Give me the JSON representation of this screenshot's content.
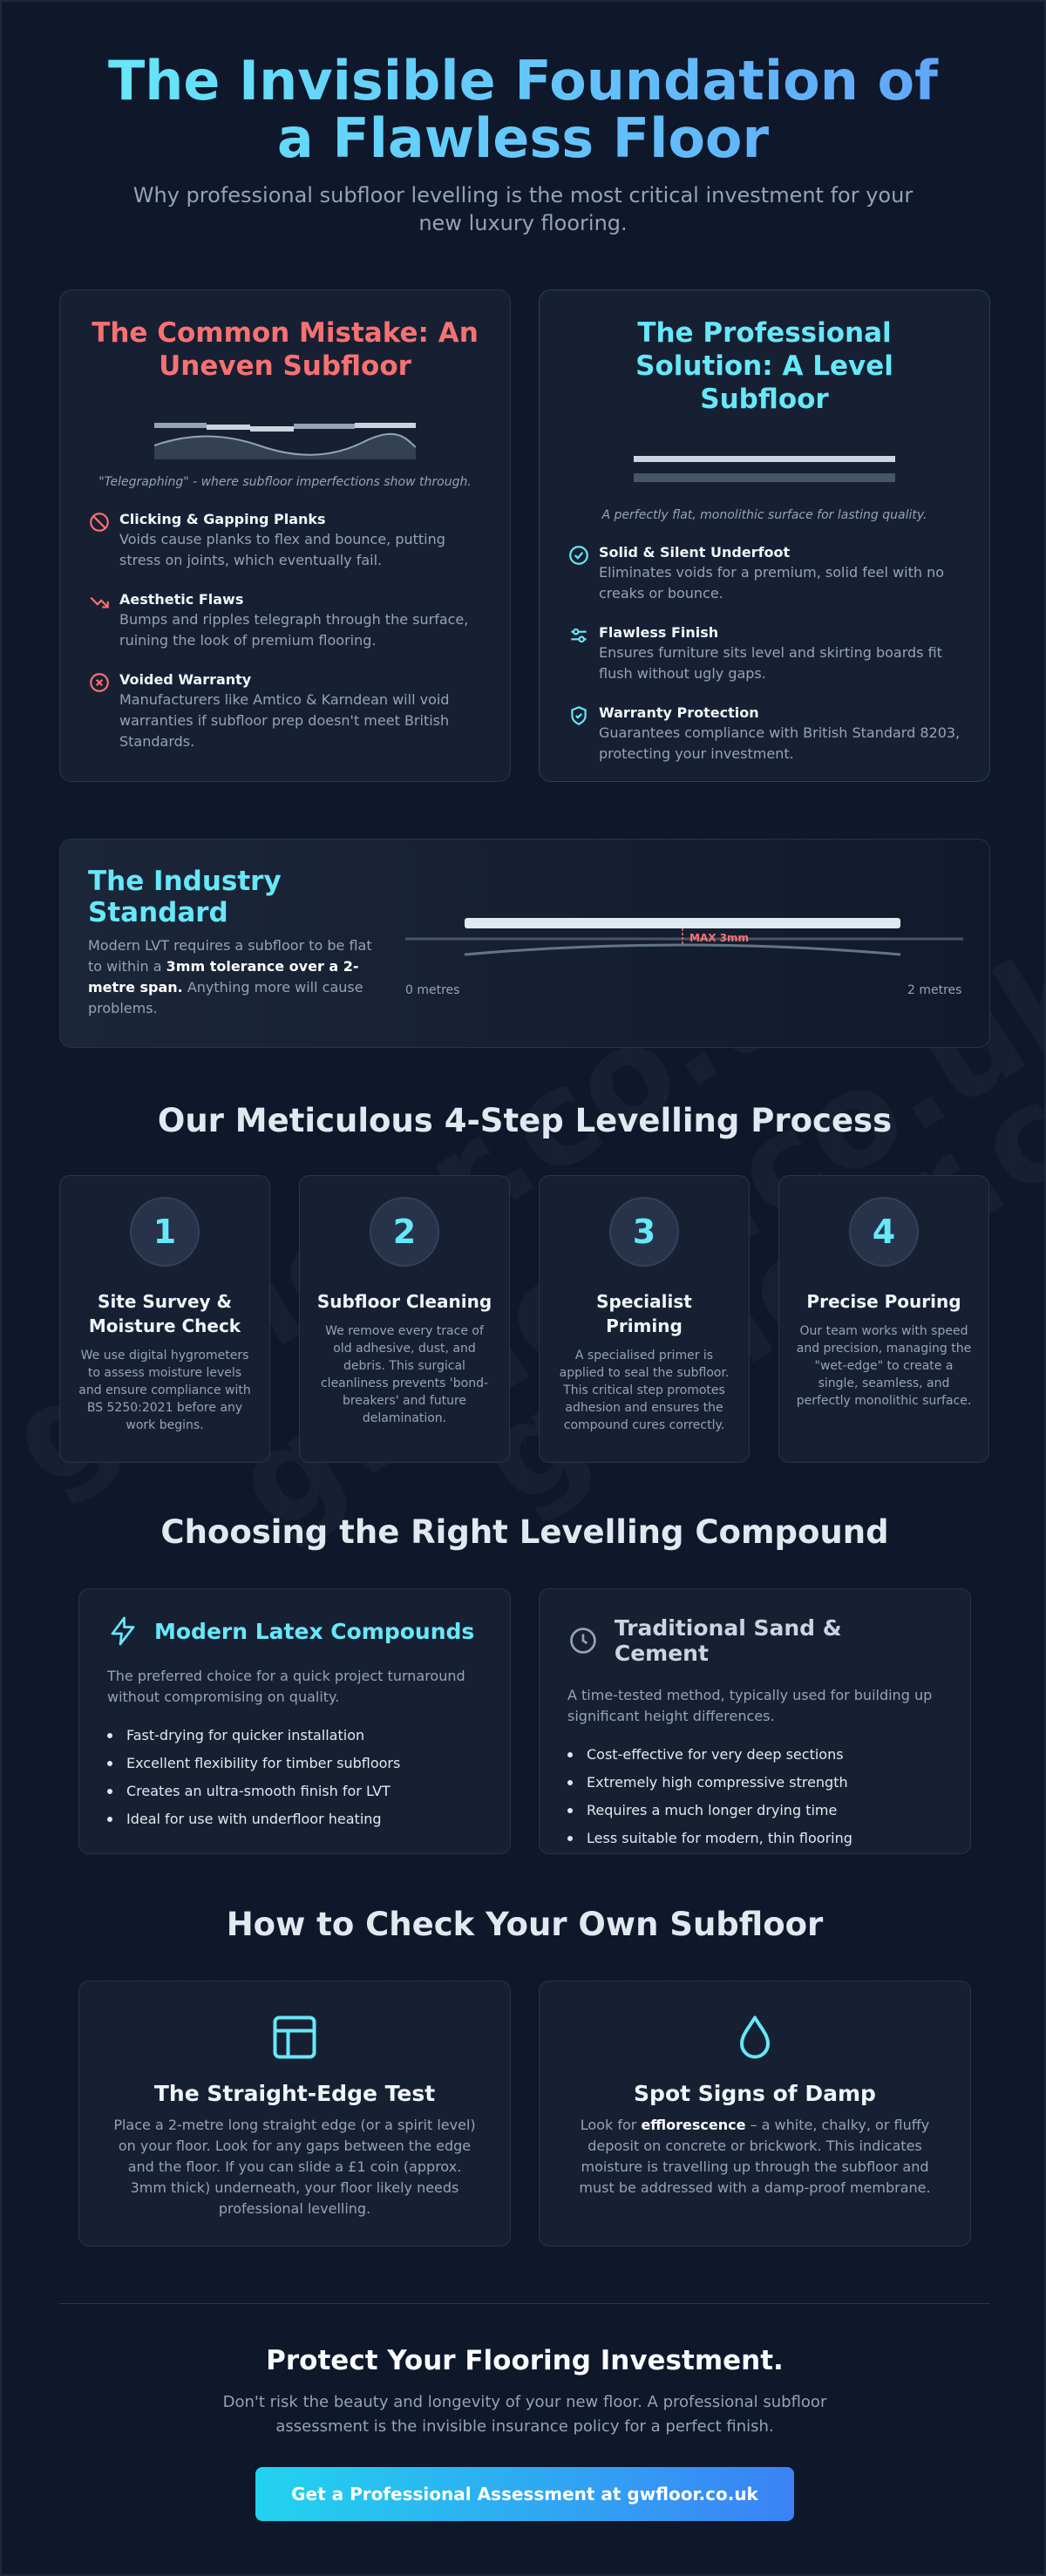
{
  "hero": {
    "title": "The Invisible Foundation of a Flawless Floor",
    "subtitle": "Why professional subfloor levelling is the most critical investment for your new luxury flooring."
  },
  "mistake": {
    "title": "The Common Mistake: An Uneven Subfloor",
    "caption": "\"Telegraphing\" - where subfloor imperfections show through.",
    "items": [
      {
        "icon": "ban-icon",
        "title": "Clicking & Gapping Planks",
        "text": "Voids cause planks to flex and bounce, putting stress on joints, which eventually fail."
      },
      {
        "icon": "trend-down-icon",
        "title": "Aesthetic Flaws",
        "text": "Bumps and ripples telegraph through the surface, ruining the look of premium flooring."
      },
      {
        "icon": "x-circle-icon",
        "title": "Voided Warranty",
        "text": "Manufacturers like Amtico & Karndean will void warranties if subfloor prep doesn't meet British Standards."
      }
    ]
  },
  "solution": {
    "title": "The Professional Solution: A Level Subfloor",
    "caption": "A perfectly flat, monolithic surface for lasting quality.",
    "items": [
      {
        "icon": "check-circle-icon",
        "title": "Solid & Silent Underfoot",
        "text": "Eliminates voids for a premium, solid feel with no creaks or bounce."
      },
      {
        "icon": "sliders-icon",
        "title": "Flawless Finish",
        "text": "Ensures furniture sits level and skirting boards fit flush without ugly gaps."
      },
      {
        "icon": "shield-icon",
        "title": "Warranty Protection",
        "text": "Guarantees compliance with British Standard 8203, protecting your investment."
      }
    ]
  },
  "industry": {
    "title": "The Industry Standard",
    "text_before": "Modern LVT requires a subfloor to be flat to within a ",
    "text_strong": "3mm tolerance over a 2-metre span.",
    "text_after": " Anything more will cause problems.",
    "max_label": "MAX 3mm",
    "start_label": "0 metres",
    "end_label": "2 metres"
  },
  "process": {
    "title": "Our Meticulous 4-Step Levelling Process",
    "steps": [
      {
        "number": "1",
        "title": "Site Survey & Moisture Check",
        "text": "We use digital hygrometers to assess moisture levels and ensure compliance with BS 5250:2021 before any work begins."
      },
      {
        "number": "2",
        "title": "Subfloor Cleaning",
        "text": "We remove every trace of old adhesive, dust, and debris. This surgical cleanliness prevents 'bond-breakers' and future delamination."
      },
      {
        "number": "3",
        "title": "Specialist Priming",
        "text": "A specialised primer is applied to seal the subfloor. This critical step promotes adhesion and ensures the compound cures correctly."
      },
      {
        "number": "4",
        "title": "Precise Pouring",
        "text": "Our team works with speed and precision, managing the \"wet-edge\" to create a single, seamless, and perfectly monolithic surface."
      }
    ]
  },
  "compounds": {
    "title": "Choosing the Right Levelling Compound",
    "latex": {
      "title": "Modern Latex Compounds",
      "desc": "The preferred choice for a quick project turnaround without compromising on quality.",
      "points": [
        "Fast-drying for quicker installation",
        "Excellent flexibility for timber subfloors",
        "Creates an ultra-smooth finish for LVT",
        "Ideal for use with underfloor heating"
      ]
    },
    "sand": {
      "title": "Traditional Sand & Cement",
      "desc": "A time-tested method, typically used for building up significant height differences.",
      "points": [
        "Cost-effective for very deep sections",
        "Extremely high compressive strength",
        "Requires a much longer drying time",
        "Less suitable for modern, thin flooring"
      ]
    }
  },
  "check": {
    "title": "How to Check Your Own Subfloor",
    "straight": {
      "title": "The Straight-Edge Test",
      "text": "Place a 2-metre long straight edge (or a spirit level) on your floor. Look for any gaps between the edge and the floor. If you can slide a £1 coin (approx. 3mm thick) underneath, your floor likely needs professional levelling."
    },
    "damp": {
      "title": "Spot Signs of Damp",
      "text_before": "Look for ",
      "text_strong": "efflorescence",
      "text_after": " – a white, chalky, or fluffy deposit on concrete or brickwork. This indicates moisture is travelling up through the subfloor and must be addressed with a damp-proof membrane."
    }
  },
  "cta": {
    "title": "Protect Your Flooring Investment.",
    "text": "Don't risk the beauty and longevity of your new floor. A professional subfloor assessment is the invisible insurance policy for a perfect finish.",
    "button": "Get a Professional Assessment at gwfloor.co.uk"
  },
  "watermark": "gwfloor.co.uk",
  "colors": {
    "accent": "#67e8f9",
    "danger": "#f87171",
    "background": "#0f172a"
  }
}
